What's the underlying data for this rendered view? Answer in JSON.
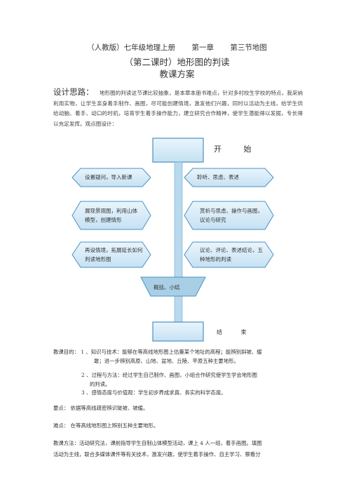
{
  "header": {
    "line1_a": "（人教版）七年级地理上册",
    "line1_b": "第一章",
    "line1_c": "第三节地图",
    "title": "（第二课时）地形图的判读",
    "subtitle": "教课方案"
  },
  "design": {
    "label": "设计思路：",
    "text": "地形图的判读这节课比较抽象，是本章本册书难点，针对多村校生学校的特点，我采纳利用实物，让学生亲身着手制作、画图，尽可能创建情境，激发他们兴趣，同时以活动为主线，给学生供给动脑、着手、动口的时机，培育学生着手操作能力，建立研究合作精神，使学生潜能得以发掘，专长得以充足发挥。观点图设计："
  },
  "flow": {
    "start": "开  始",
    "left": [
      "设置疑问，导入新课",
      "展现景观图，利用山体模型，创建情形",
      "再设情境，拓展延长如何判读地形图"
    ],
    "right": [
      "聆听、思虑、表述",
      "赏析与思虑、操作与画图，议论与研究",
      "议论、评论、表述结论，五种地形的判读"
    ],
    "summary": "概括、小结",
    "end": "结  束"
  },
  "goals": {
    "label": "教课目的：",
    "item1a": "1 、知识与技术：能够在等高线地形图上估量某个地址的高程；能辨别斜坡、缓",
    "item1b": "敢；进一步辨别高原、山地、盆地、丘陵、平原五种主要地形。",
    "item2a": "2 、过程与方法：经过学生自己制作、画图，小组合作研究使学生学会地形图",
    "item2b": "的判读。",
    "item3": "3 、感情态度与价值观：学生初步养成求真、务实的科学态度。"
  },
  "key": {
    "label": "要点：",
    "text": "依据等高线疏密辨识陡坡、坡缓。"
  },
  "difficulty": {
    "label": "难点：",
    "text": "在等高线地形图上辨别五种主要地形。"
  },
  "method": {
    "label": "教课方法：",
    "line1": "活动研究法，课前指导学生自制山体模型活动，课上        4 人一组，着手画图。填图",
    "line2": "活动为主线，联合多媒体课件等有关技术，激发兴趣，使学生着手操作、自主学习、察看分"
  },
  "colors": {
    "box_border": "#4a90c2",
    "box_fill": "#d6ebf8",
    "arrow_fill": "#9ec6df"
  }
}
